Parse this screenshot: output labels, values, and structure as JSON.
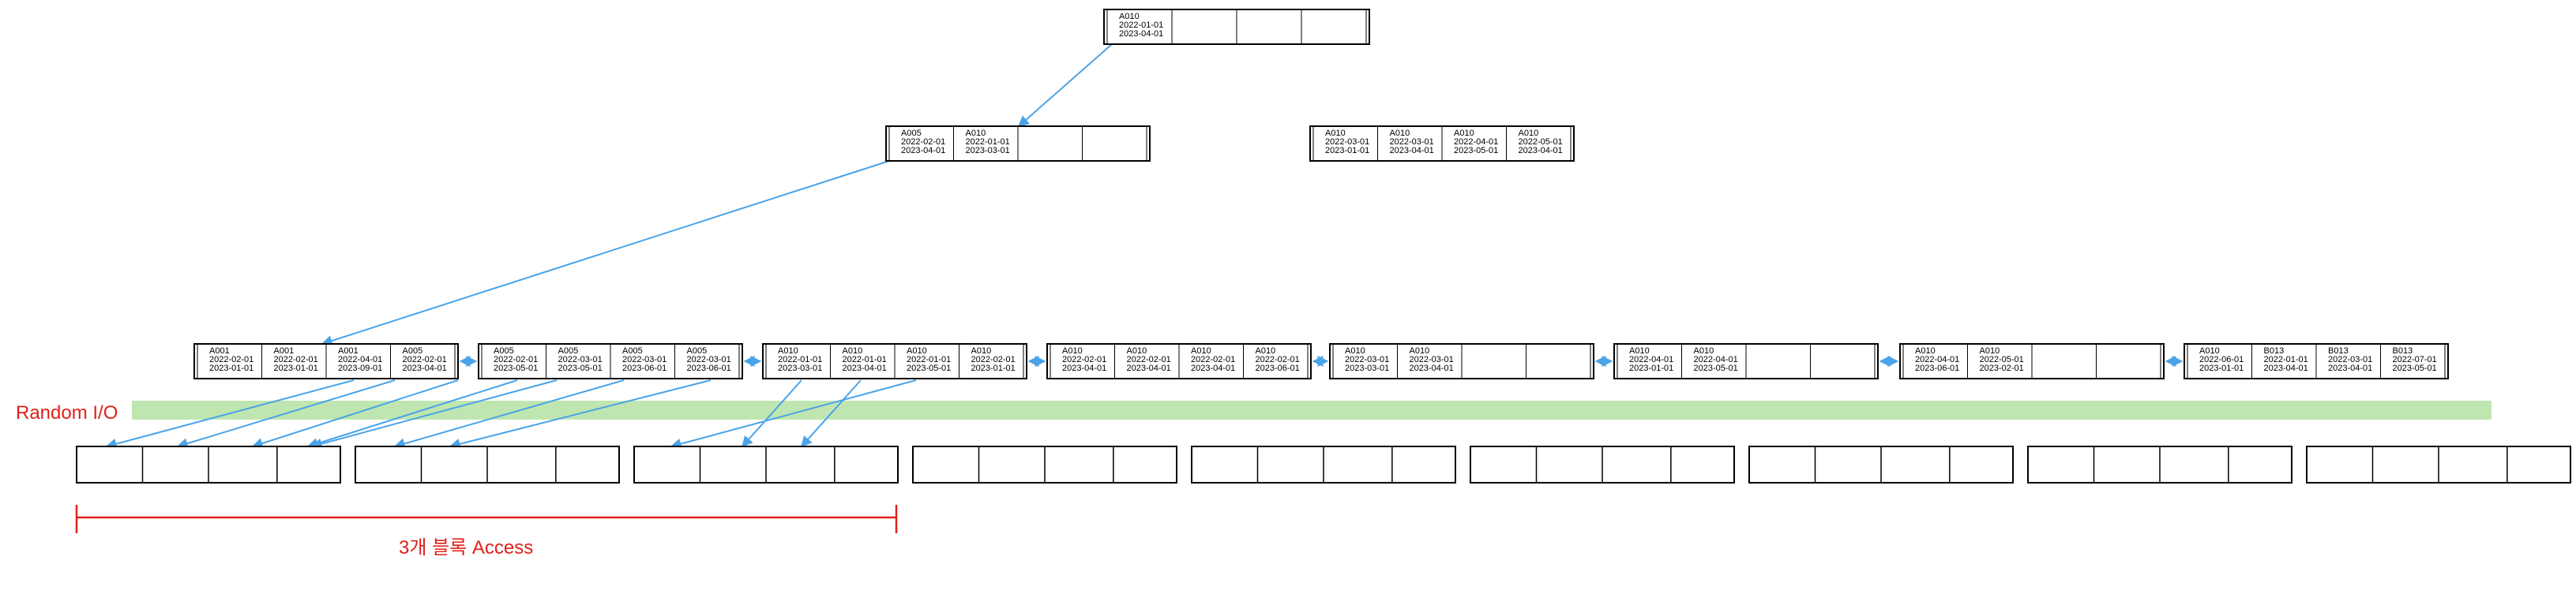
{
  "colors": {
    "box_stroke": "#000000",
    "arrow": "#4aa3e8",
    "band": "#bfe6b0",
    "red": "#e0201b"
  },
  "labels": {
    "random_io": "Random I/O",
    "access": "3개 블록 Access"
  },
  "root": {
    "cells": [
      {
        "key": "A010",
        "d1": "2022-01-01",
        "d2": "2023-04-01"
      },
      {},
      {},
      {}
    ]
  },
  "branch_nodes": [
    {
      "cells": [
        {
          "key": "A005",
          "d1": "2022-02-01",
          "d2": "2023-04-01"
        },
        {
          "key": "A010",
          "d1": "2022-01-01",
          "d2": "2023-03-01"
        },
        {},
        {}
      ]
    },
    {
      "cells": [
        {
          "key": "A010",
          "d1": "2022-03-01",
          "d2": "2023-01-01"
        },
        {
          "key": "A010",
          "d1": "2022-03-01",
          "d2": "2023-04-01"
        },
        {
          "key": "A010",
          "d1": "2022-04-01",
          "d2": "2023-05-01"
        },
        {
          "key": "A010",
          "d1": "2022-05-01",
          "d2": "2023-04-01"
        }
      ]
    }
  ],
  "leaf_nodes": [
    {
      "cells": [
        {
          "key": "A001",
          "d1": "2022-02-01",
          "d2": "2023-01-01"
        },
        {
          "key": "A001",
          "d1": "2022-02-01",
          "d2": "2023-01-01"
        },
        {
          "key": "A001",
          "d1": "2022-04-01",
          "d2": "2023-09-01"
        },
        {
          "key": "A005",
          "d1": "2022-02-01",
          "d2": "2023-04-01"
        }
      ]
    },
    {
      "cells": [
        {
          "key": "A005",
          "d1": "2022-02-01",
          "d2": "2023-05-01"
        },
        {
          "key": "A005",
          "d1": "2022-03-01",
          "d2": "2023-05-01"
        },
        {
          "key": "A005",
          "d1": "2022-03-01",
          "d2": "2023-06-01"
        },
        {
          "key": "A005",
          "d1": "2022-03-01",
          "d2": "2023-06-01"
        }
      ]
    },
    {
      "cells": [
        {
          "key": "A010",
          "d1": "2022-01-01",
          "d2": "2023-03-01"
        },
        {
          "key": "A010",
          "d1": "2022-01-01",
          "d2": "2023-04-01"
        },
        {
          "key": "A010",
          "d1": "2022-01-01",
          "d2": "2023-05-01"
        },
        {
          "key": "A010",
          "d1": "2022-02-01",
          "d2": "2023-01-01"
        }
      ]
    },
    {
      "cells": [
        {
          "key": "A010",
          "d1": "2022-02-01",
          "d2": "2023-04-01"
        },
        {
          "key": "A010",
          "d1": "2022-02-01",
          "d2": "2023-04-01"
        },
        {
          "key": "A010",
          "d1": "2022-02-01",
          "d2": "2023-04-01"
        },
        {
          "key": "A010",
          "d1": "2022-02-01",
          "d2": "2023-06-01"
        }
      ]
    },
    {
      "cells": [
        {
          "key": "A010",
          "d1": "2022-03-01",
          "d2": "2023-03-01"
        },
        {
          "key": "A010",
          "d1": "2022-03-01",
          "d2": "2023-04-01"
        },
        {},
        {}
      ]
    },
    {
      "cells": [
        {
          "key": "A010",
          "d1": "2022-04-01",
          "d2": "2023-01-01"
        },
        {
          "key": "A010",
          "d1": "2022-04-01",
          "d2": "2023-05-01"
        },
        {},
        {}
      ]
    },
    {
      "cells": [
        {
          "key": "A010",
          "d1": "2022-04-01",
          "d2": "2023-06-01"
        },
        {
          "key": "A010",
          "d1": "2022-05-01",
          "d2": "2023-02-01"
        },
        {},
        {}
      ]
    },
    {
      "cells": [
        {
          "key": "A010",
          "d1": "2022-06-01",
          "d2": "2023-01-01"
        },
        {
          "key": "B013",
          "d1": "2022-01-01",
          "d2": "2023-04-01"
        },
        {
          "key": "B013",
          "d1": "2022-03-01",
          "d2": "2023-04-01"
        },
        {
          "key": "B013",
          "d1": "2022-07-01",
          "d2": "2023-05-01"
        }
      ]
    }
  ],
  "table_blocks": 9
}
